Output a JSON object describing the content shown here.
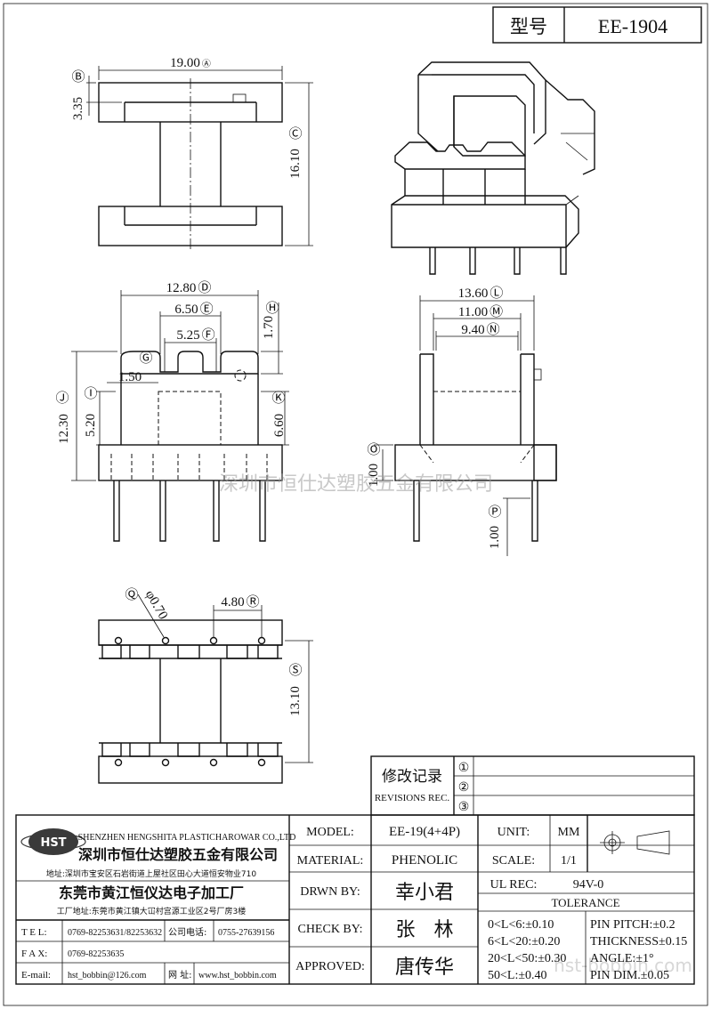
{
  "header": {
    "model_label": "型号",
    "model_value": "EE-1904"
  },
  "dimensions": {
    "A": "19.00",
    "B": "3.35",
    "C": "16.10",
    "D": "12.80",
    "E": "6.50",
    "F": "5.25",
    "G": "1.50",
    "H": "1.70",
    "I": "5.20",
    "J": "12.30",
    "K": "6.60",
    "L": "13.60",
    "M": "11.00",
    "N": "9.40",
    "O": "1.00",
    "P": "1.00",
    "Q": "φ0.70",
    "R": "4.80",
    "S": "13.10"
  },
  "dim_markers": {
    "A": "Ⓐ",
    "B": "Ⓑ",
    "C": "Ⓒ",
    "D": "Ⓓ",
    "E": "Ⓔ",
    "F": "Ⓕ",
    "G": "Ⓖ",
    "H": "Ⓗ",
    "I": "Ⓘ",
    "J": "Ⓙ",
    "K": "Ⓚ",
    "L": "Ⓛ",
    "M": "Ⓜ",
    "N": "Ⓝ",
    "O": "Ⓞ",
    "P": "Ⓟ",
    "Q": "Ⓠ",
    "R": "Ⓡ",
    "S": "Ⓢ"
  },
  "watermark": "深圳市恒仕达塑胶五金有限公司",
  "watermark_url": "hst-bobbin.com",
  "revisions": {
    "title_cn": "修改记录",
    "title_en": "REVISIONS REC.",
    "marks": [
      "①",
      "②",
      "③"
    ]
  },
  "company": {
    "logo_text": "HST",
    "name_en": "SHENZHEN HENGSHITA PLASTICHAROWAR CO.,LTD",
    "name_cn": "深圳市恒仕达塑胶五金有限公司",
    "address": "地址:深圳市宝安区石岩街道上屋社区田心大道恒安物业710",
    "factory_name": "东莞市黄江恒仪达电子加工厂",
    "factory_address": "工厂地址:东莞市黄江镇大冚村宫源工业区2号厂房3楼",
    "tel_label": "T E L:",
    "tel": "0769-82253631/82253632",
    "phone_label": "公司电话:",
    "phone": "0755-27639156",
    "fax_label": "F A X:",
    "fax": "0769-82253635",
    "email_label": "E-mail:",
    "email": "hst_bobbin@126.com",
    "web_label": "网  址:",
    "web": "www.hst_bobbin.com"
  },
  "title_block": {
    "model_label": "MODEL:",
    "model": "EE-19(4+4P)",
    "material_label": "MATERIAL:",
    "material": "PHENOLIC",
    "drawn_label": "DRWN BY:",
    "drawn": "幸小君",
    "check_label": "CHECK BY:",
    "check": "张   林",
    "approved_label": "APPROVED:",
    "approved": "唐传华",
    "unit_label": "UNIT:",
    "unit": "MM",
    "scale_label": "SCALE:",
    "scale": "1/1",
    "ul_label": "UL REC:",
    "ul": "94V-0",
    "tolerance_label": "TOLERANCE",
    "tolerances": [
      "0<L<6:±0.10",
      "6<L<20:±0.20",
      "20<L<50:±0.30",
      "50<L:±0.40"
    ],
    "pin_tolerances": [
      "PIN PITCH:±0.2",
      "THICKNESS±0.15",
      "ANGLE:±1°",
      "PIN DIM.±0.05"
    ]
  }
}
